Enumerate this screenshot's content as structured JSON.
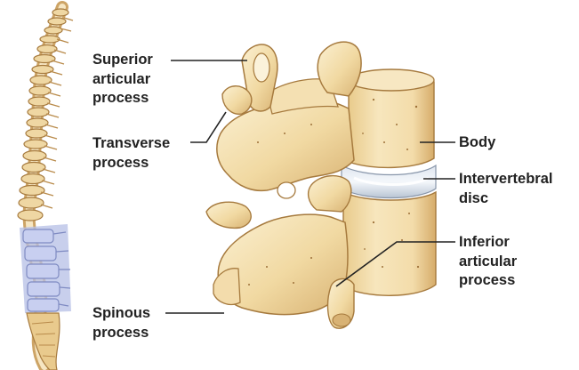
{
  "colors": {
    "bone": "#f0d9a4",
    "bone_light": "#f8ebc9",
    "bone_shadow": "#c99e58",
    "bone_dark_edge": "#a67a3e",
    "disc": "#c8d3e0",
    "disc_highlight": "#eef2f7",
    "lumbar_highlight": "#b6bfe6",
    "leader_line": "#222222",
    "label_text": "#222222"
  },
  "labels": {
    "superior_articular_process": [
      "Superior",
      "articular",
      "process"
    ],
    "transverse_process": [
      "Transverse",
      "process"
    ],
    "spinous_process": [
      "Spinous",
      "process"
    ],
    "body": [
      "Body"
    ],
    "intervertebral_disc": [
      "Intervertebral",
      "disc"
    ],
    "inferior_articular_process": [
      "Inferior",
      "articular",
      "process"
    ]
  }
}
